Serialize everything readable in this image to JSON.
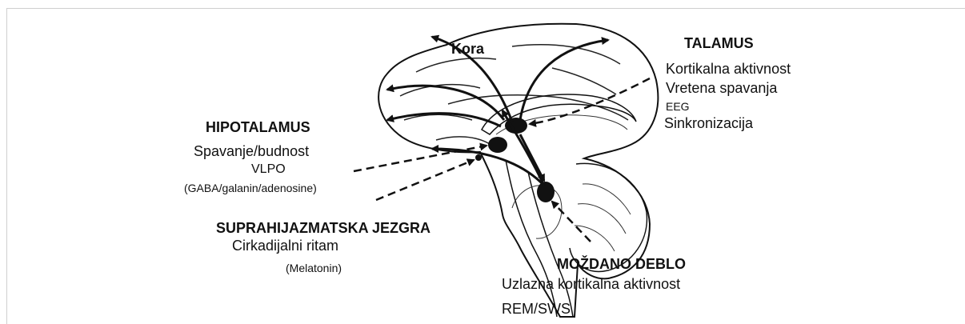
{
  "regions": {
    "cortex": {
      "title": "Kora"
    },
    "thalamus": {
      "title": "TALAMUS",
      "lines": [
        "Kortikalna aktivnost",
        "Vretena spavanja",
        "EEG",
        "Sinkronizacija"
      ]
    },
    "hypothalamus": {
      "title": "HIPOTALAMUS",
      "lines": [
        "Spavanje/budnost",
        "VLPO",
        "(GABA/galanin/adenosine)"
      ]
    },
    "scn": {
      "title": "SUPRAHIJAZMATSKA JEZGRA",
      "lines": [
        "Cirkadijalni ritam",
        "(Melatonin)"
      ]
    },
    "brainstem": {
      "title": "MOŽDANO DEBLO",
      "lines": [
        "Uzlazna kortikalna aktivnost",
        "REM/SWS"
      ]
    }
  }
}
